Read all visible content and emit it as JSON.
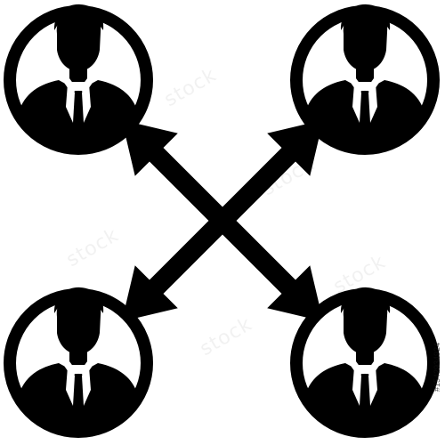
{
  "colors": {
    "foreground": "#000000",
    "background": "#ffffff"
  },
  "icon": {
    "people": [
      {
        "position": "top-left",
        "icon_name": "businessman-avatar-icon"
      },
      {
        "position": "top-right",
        "icon_name": "businessman-avatar-icon"
      },
      {
        "position": "bottom-left",
        "icon_name": "businessman-avatar-icon"
      },
      {
        "position": "bottom-right",
        "icon_name": "businessman-avatar-icon"
      }
    ],
    "arrows": [
      {
        "direction": "top-left-to-bottom-right",
        "icon_name": "double-headed-arrow-icon"
      },
      {
        "direction": "top-right-to-bottom-left",
        "icon_name": "double-headed-arrow-icon"
      }
    ]
  },
  "watermark": {
    "brand_text": "stock",
    "image_id": "#1542934924"
  }
}
